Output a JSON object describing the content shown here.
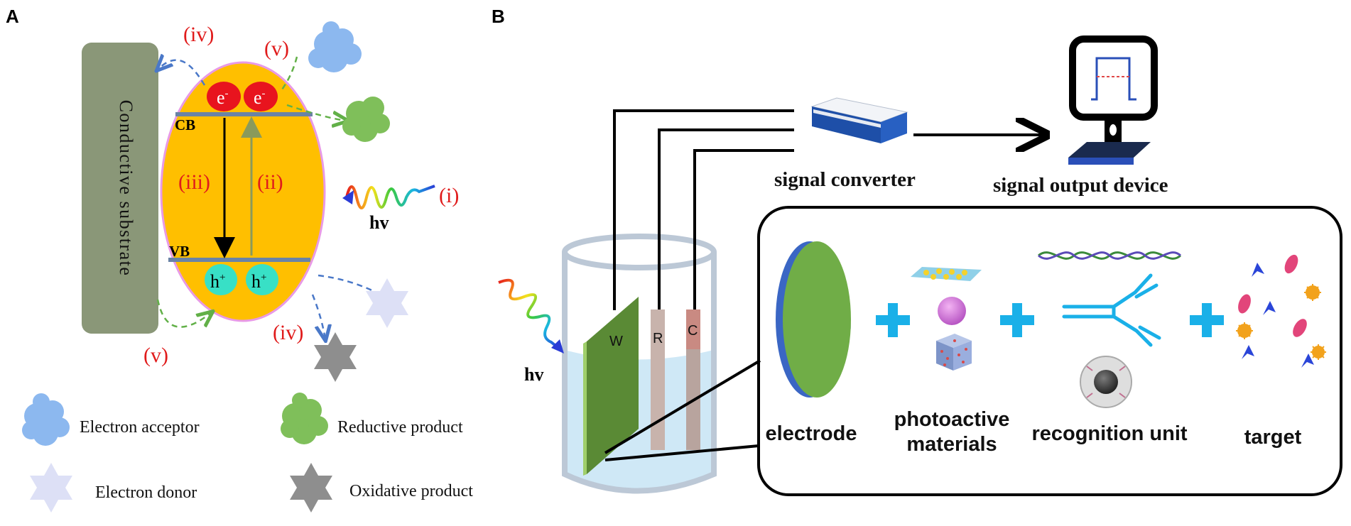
{
  "panel_a": {
    "label": "A",
    "substrate_label": "Conductive substrate",
    "cb_label": "CB",
    "vb_label": "VB",
    "electron": "e",
    "electron_sup": "-",
    "hole": "h",
    "hole_sup": "+",
    "steps": {
      "i": "(i)",
      "ii": "(ii)",
      "iii": "(iii)",
      "iv": "(iv)",
      "v": "(v)"
    },
    "light_label": "hv",
    "legend": [
      {
        "label": "Electron acceptor",
        "icon": "blue-cloud-icon",
        "color": "#8cb8ef"
      },
      {
        "label": "Reductive product",
        "icon": "green-cloud-icon",
        "color": "#7fbf5a"
      },
      {
        "label": "Electron donor",
        "icon": "lavender-star-icon",
        "color": "#dde0f6"
      },
      {
        "label": "Oxidative product",
        "icon": "gray-star-icon",
        "color": "#8e8e8e"
      }
    ],
    "colors": {
      "substrate": "#8a9778",
      "particle": "#ffbf00",
      "particle_border": "#e89ae6",
      "band": "#6a83a6",
      "electron": "#e8141e",
      "hole": "#38e0c6",
      "step_text": "#e01b1b"
    }
  },
  "panel_b": {
    "label": "B",
    "signal_converter": "signal converter",
    "signal_output": "signal output device",
    "light_label": "hv",
    "electrodes": [
      "W",
      "R",
      "C"
    ],
    "components": [
      "electrode",
      "photoactive\nmaterials",
      "recognition unit",
      "target"
    ],
    "component_lines": [
      [
        "electrode"
      ],
      [
        "photoactive",
        "materials"
      ],
      [
        "recognition unit"
      ],
      [
        "target"
      ]
    ],
    "plus": "+",
    "colors": {
      "plus": "#1ab0e8",
      "electrode_disc": "#70ad47",
      "electrode_rim": "#3a66c4",
      "working": "#5a8a35",
      "reference": "#c8b3ac",
      "counter": "#c98a82",
      "liquid": "#c7e4f5"
    }
  }
}
